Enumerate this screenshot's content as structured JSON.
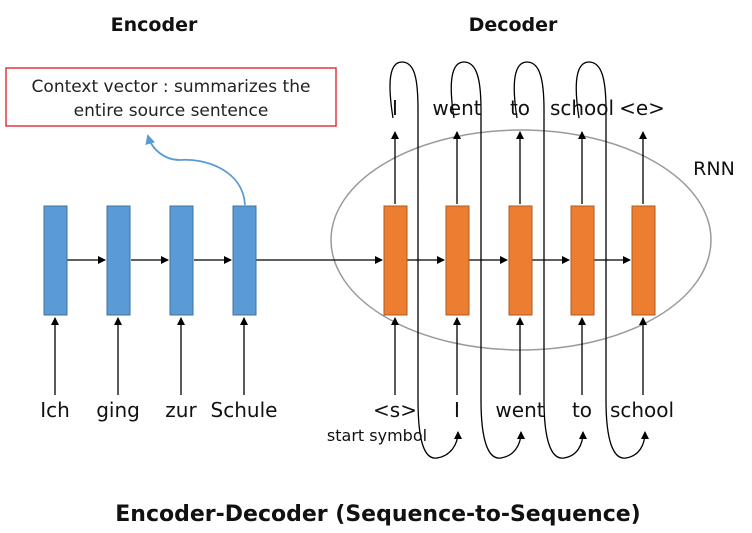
{
  "headers": {
    "encoder": "Encoder",
    "decoder": "Decoder",
    "rnn": "RNN"
  },
  "context_box": {
    "line1": "Context vector : summarizes the",
    "line2": "entire source sentence"
  },
  "encoder_inputs": [
    "Ich",
    "ging",
    "zur",
    "Schule"
  ],
  "decoder_inputs": [
    "<s>",
    "I",
    "went",
    "to",
    "school"
  ],
  "decoder_outputs": [
    "I",
    "went",
    "to",
    "school",
    "<e>"
  ],
  "start_symbol_label": "start symbol",
  "caption": "Encoder-Decoder (Sequence-to-Sequence)",
  "colors": {
    "encoder_cell": "#5b9bd5",
    "decoder_cell": "#ed7d31",
    "context_border": "#e0393e",
    "context_arrow": "#5b9bd5",
    "ellipse": "#9a9a9a"
  }
}
